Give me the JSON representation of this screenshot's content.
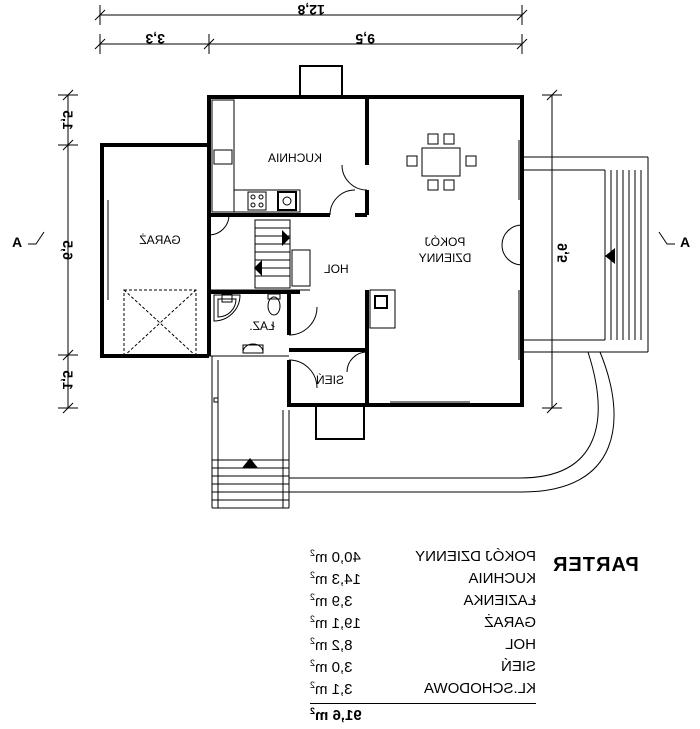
{
  "sheet": {
    "title": "PARTER",
    "section_marker": "A"
  },
  "dimensions": {
    "overall_width": "12,8",
    "left_width": "3,3",
    "right_width": "9,5",
    "left_top": "1,5",
    "left_middle": "6,5",
    "left_bottom": "1,5",
    "right_height": "9,5"
  },
  "room_labels": {
    "kitchen": "KUCHNIA",
    "living_line1": "POKÓJ",
    "living_line2": "DZIENNY",
    "garage": "GARAŻ",
    "hall": "HOL",
    "bathroom": "ŁAZ.",
    "vestibule": "SIEŃ"
  },
  "rooms": [
    {
      "name": "POKÓJ DZIENNY",
      "area": "40,0",
      "unit": "m"
    },
    {
      "name": "KUCHNIA",
      "area": "14,3",
      "unit": "m"
    },
    {
      "name": "ŁAZIENKA",
      "area": "3,9",
      "unit": "m"
    },
    {
      "name": "GARAŻ",
      "area": "19,1",
      "unit": "m"
    },
    {
      "name": "HOL",
      "area": "8,2",
      "unit": "m"
    },
    {
      "name": "SIEŃ",
      "area": "3,0",
      "unit": "m"
    },
    {
      "name": "KL.SCHODOWA",
      "area": "3,1",
      "unit": "m"
    }
  ],
  "total": {
    "area": "91,6",
    "unit": "m"
  }
}
